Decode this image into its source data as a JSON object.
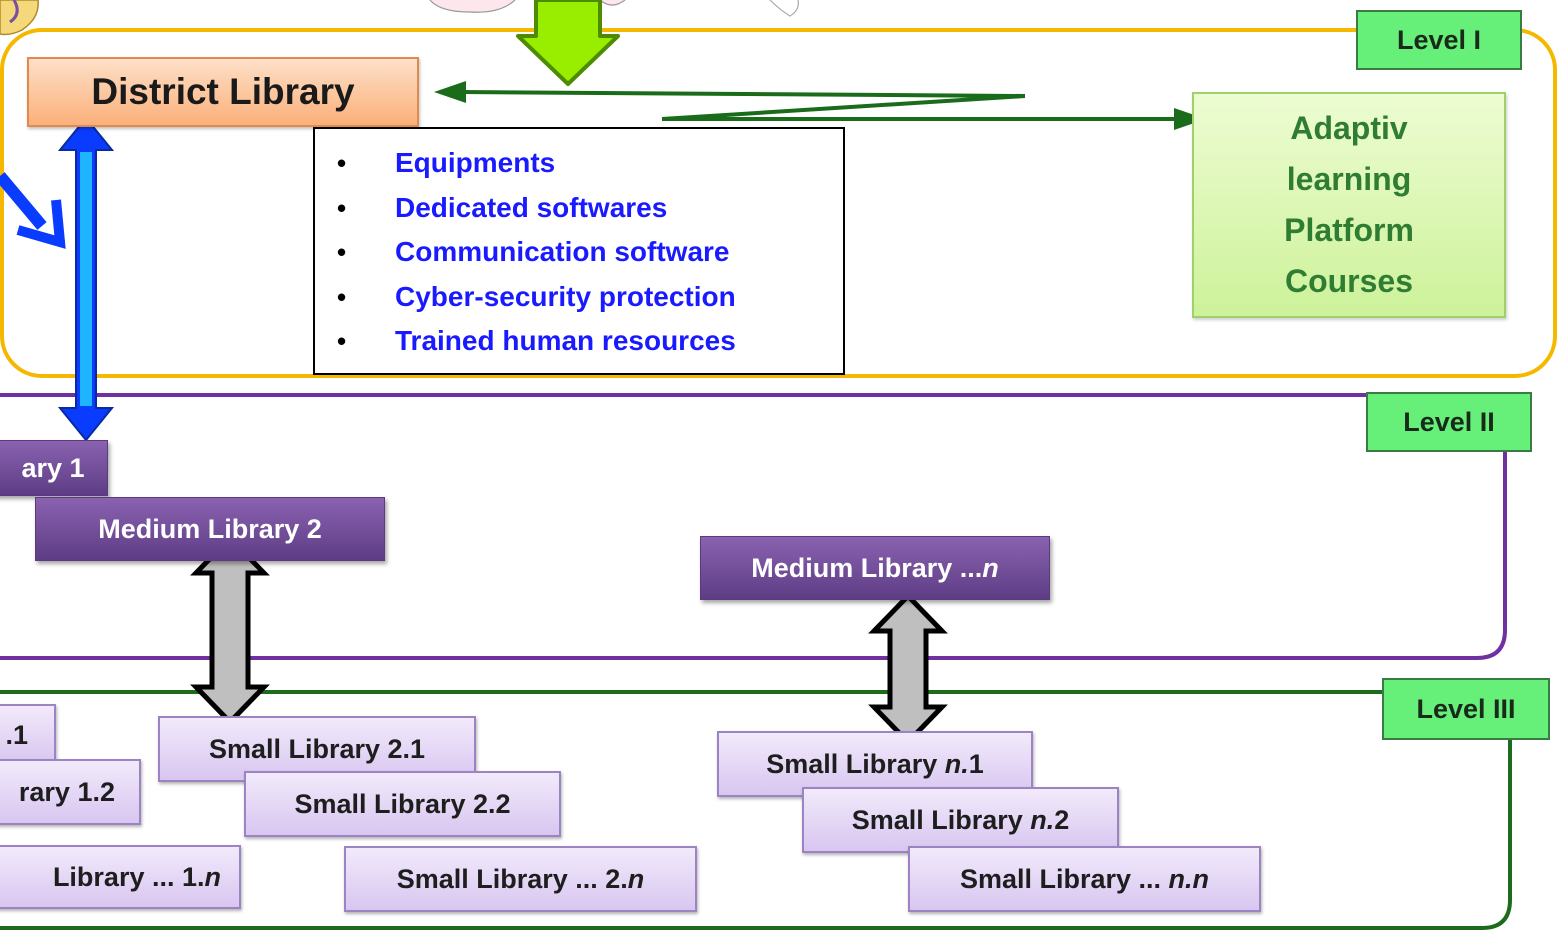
{
  "levels": {
    "level1": "Level I",
    "level2": "Level II",
    "level3": "Level III"
  },
  "district": {
    "label": "District Library"
  },
  "resources": [
    "Equipments",
    "Dedicated softwares",
    "Communication software",
    "Cyber-security protection",
    "Trained human resources"
  ],
  "platform": {
    "lines": [
      "Adaptiv",
      "learning",
      "Platform",
      "Courses"
    ]
  },
  "medium": {
    "lib1": "ary 1",
    "lib2": "Medium Library 2",
    "libn_prefix": "Medium Library ...",
    "libn_suffix": "n"
  },
  "small": {
    "s1_1": ".1",
    "s1_2": "rary 1.2",
    "s1_n_prefix": "Library ... 1.",
    "s1_n_suffix": "n",
    "s2_1": "Small Library 2.1",
    "s2_2": "Small Library 2.2",
    "s2_n_prefix": "Small Library ... 2.",
    "s2_n_suffix": "n",
    "sn_1_prefix": "Small Library ",
    "sn_1_italic": "n.",
    "sn_1_suffix": "1",
    "sn_2_prefix": "Small Library ",
    "sn_2_italic": "n.",
    "sn_2_suffix": "2",
    "sn_n_prefix": "Small Library ... ",
    "sn_n_italic": "n.n"
  },
  "colors": {
    "level1_border": "#f5b800",
    "level2_border": "#7030a0",
    "level3_border": "#1e6b1e",
    "district_fill": "#fbbf8f",
    "badge_fill": "#66f07a",
    "platform_fill": "#d9f7a8",
    "platform_text": "#2e7d32",
    "resource_text": "#1a1aff",
    "connector_green": "#1a6b1a",
    "updown_blue": "#0a3cff",
    "updown_gray": "#bfbfbf",
    "top_arrow": "#99ee00"
  }
}
